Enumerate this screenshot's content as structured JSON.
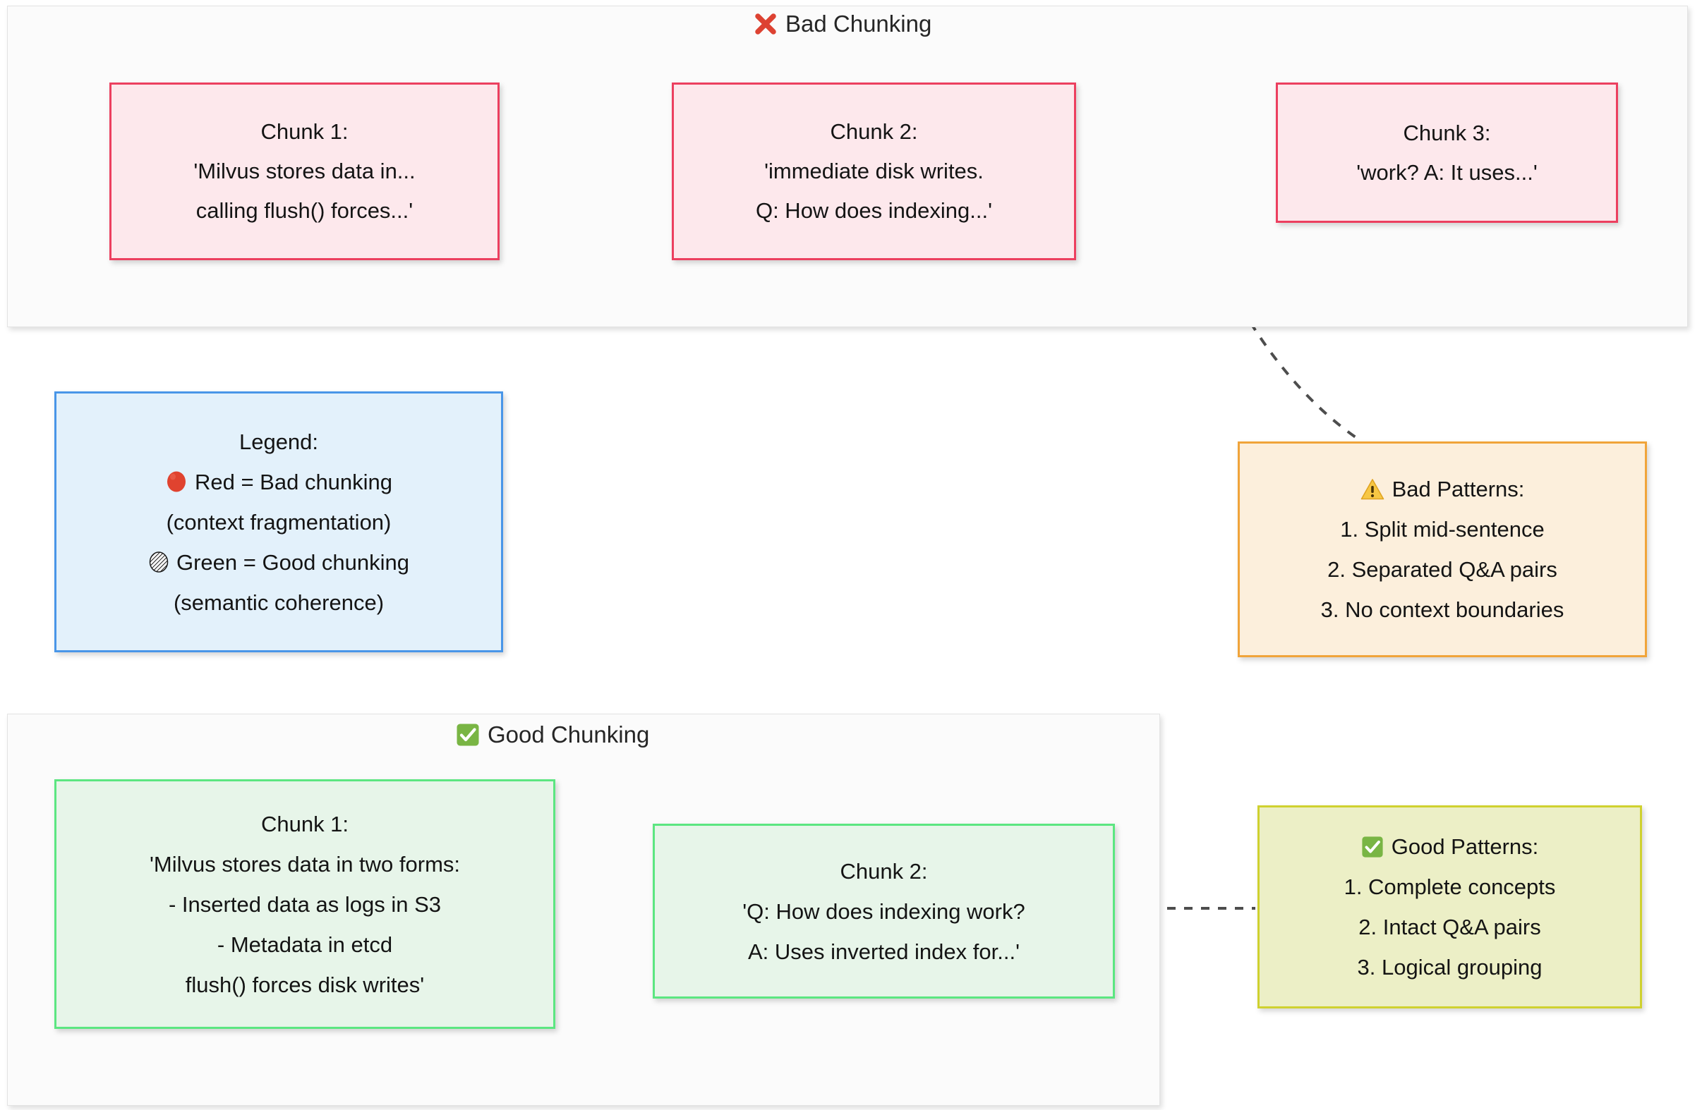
{
  "sections": {
    "bad": {
      "title": "Bad Chunking",
      "title_icon": "cross-mark-icon",
      "chunks": [
        {
          "name": "Chunk 1:",
          "lines": [
            "'Milvus stores data in...",
            "calling flush() forces...'"
          ]
        },
        {
          "name": "Chunk 2:",
          "lines": [
            "'immediate disk writes.",
            "Q: How does indexing...'"
          ]
        },
        {
          "name": "Chunk 3:",
          "lines": [
            "'work? A: It uses...'"
          ]
        }
      ]
    },
    "good": {
      "title": "Good Chunking",
      "title_icon": "check-mark-button-icon",
      "chunks": [
        {
          "name": "Chunk 1:",
          "lines": [
            "'Milvus stores data in two forms:",
            "- Inserted data as logs in S3",
            "- Metadata in etcd",
            "flush() forces disk writes'"
          ]
        },
        {
          "name": "Chunk 2:",
          "lines": [
            "'Q: How does indexing work?",
            "A: Uses inverted index for...'"
          ]
        }
      ]
    }
  },
  "legend": {
    "title": "Legend:",
    "items": [
      {
        "marker": "red-circle-icon",
        "label": "Red = Bad chunking",
        "sub": "(context fragmentation)"
      },
      {
        "marker": "hatched-circle-icon",
        "label": "Green = Good chunking",
        "sub": "(semantic coherence)"
      }
    ]
  },
  "notes": {
    "bad_patterns": {
      "icon": "warning-icon",
      "heading": "Bad Patterns:",
      "items": [
        "1. Split mid-sentence",
        "2. Separated Q&A pairs",
        "3. No context boundaries"
      ]
    },
    "good_patterns": {
      "icon": "check-mark-button-icon",
      "heading": "Good Patterns:",
      "items": [
        "1. Complete concepts",
        "2. Intact Q&A pairs",
        "3. Logical grouping"
      ]
    }
  },
  "colors": {
    "bad_border": "#ec3f5f",
    "bad_fill": "#fde8ec",
    "good_border": "#5ce681",
    "good_fill": "#e7f5e9",
    "legend_border": "#4996e8",
    "legend_fill": "#e3f1fb",
    "warn_border": "#f0a43a",
    "warn_fill": "#fcefdc",
    "olive_border": "#cfd12f",
    "olive_fill": "#ecefc6",
    "connector": "#585858"
  }
}
